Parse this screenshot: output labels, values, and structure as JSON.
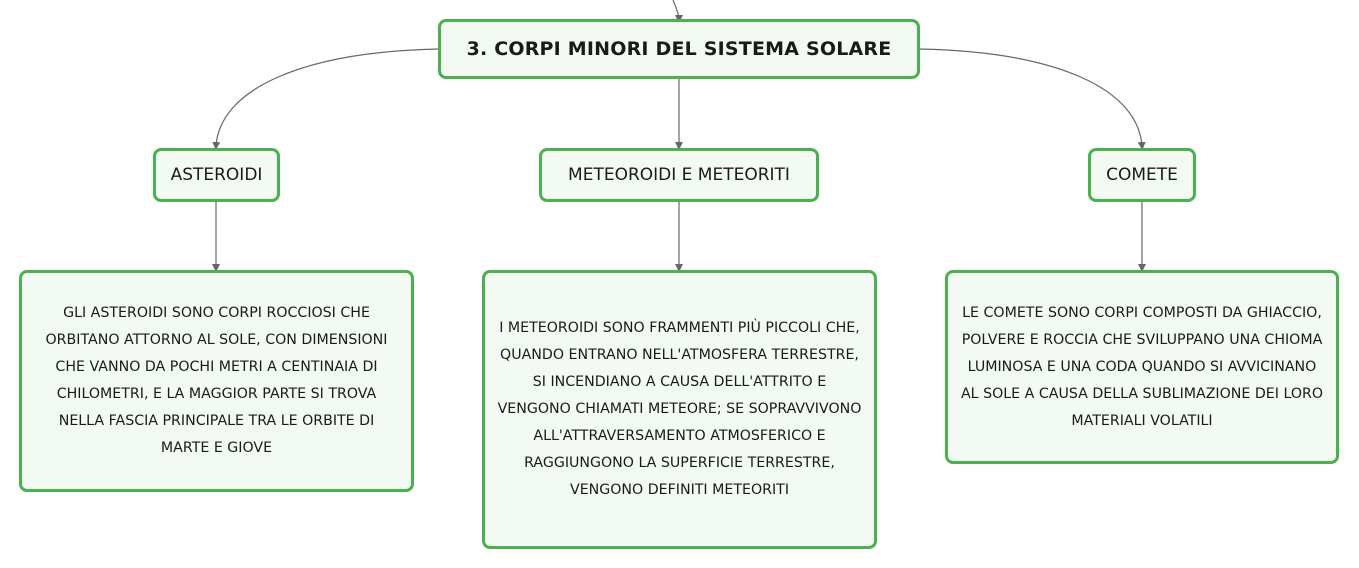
{
  "map": {
    "root": {
      "label": "3. CORPI MINORI DEL SISTEMA SOLARE"
    },
    "topics": [
      {
        "label": "ASTEROIDI",
        "description": "GLI ASTEROIDI SONO CORPI ROCCIOSI CHE ORBITANO ATTORNO AL SOLE, CON DIMENSIONI CHE VANNO DA POCHI METRI A CENTINAIA DI CHILOMETRI, E LA MAGGIOR PARTE SI TROVA NELLA FASCIA PRINCIPALE TRA LE ORBITE DI MARTE E GIOVE"
      },
      {
        "label": "METEOROIDI E METEORITI",
        "description": "I METEOROIDI SONO FRAMMENTI PIÙ PICCOLI CHE, QUANDO ENTRANO NELL'ATMOSFERA TERRESTRE, SI INCENDIANO A CAUSA DELL'ATTRITO E VENGONO CHIAMATI METEORE; SE SOPRAVVIVONO ALL'ATTRAVERSAMENTO ATMOSFERICO E RAGGIUNGONO LA SUPERFICIE TERRESTRE, VENGONO DEFINITI METEORITI"
      },
      {
        "label": "COMETE",
        "description": "LE COMETE SONO CORPI COMPOSTI DA GHIACCIO, POLVERE E ROCCIA CHE SVILUPPANO UNA CHIOMA LUMINOSA E UNA CODA QUANDO SI AVVICINANO AL SOLE A CAUSA DELLA SUBLIMAZIONE DEI LORO MATERIALI VOLATILI"
      }
    ]
  },
  "colors": {
    "node_border": "#4caf50",
    "node_fill": "#f3faf3",
    "connector": "#666666"
  }
}
